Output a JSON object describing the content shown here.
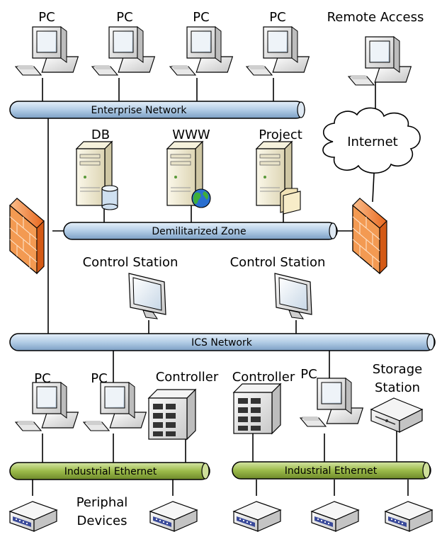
{
  "labels": {
    "pc": "PC",
    "remote_access": "Remote Access",
    "internet": "Internet",
    "db": "DB",
    "www": "WWW",
    "project": "Project",
    "control_station": "Control Station",
    "controller": "Controller",
    "storage_line1": "Storage",
    "storage_line2": "Station",
    "peripheral_line1": "Periphal",
    "peripheral_line2": "Devices"
  },
  "buses": {
    "enterprise": "Enterprise Network",
    "dmz": "Demilitarized Zone",
    "ics": "ICS Network",
    "industrial_left": "Industrial Ethernet",
    "industrial_right": "Industrial Ethernet"
  },
  "colors": {
    "network_bus": "#b3cde6",
    "industrial_bus": "#9cbb4a",
    "firewall": "#f08a3a",
    "cloud": "#ffffff"
  },
  "icons": [
    "pc-icon",
    "server-icon",
    "database-icon",
    "globe-icon",
    "folder-icon",
    "firewall-icon",
    "cloud-icon",
    "monitor-icon",
    "controller-icon",
    "storage-icon",
    "peripheral-device-icon"
  ]
}
